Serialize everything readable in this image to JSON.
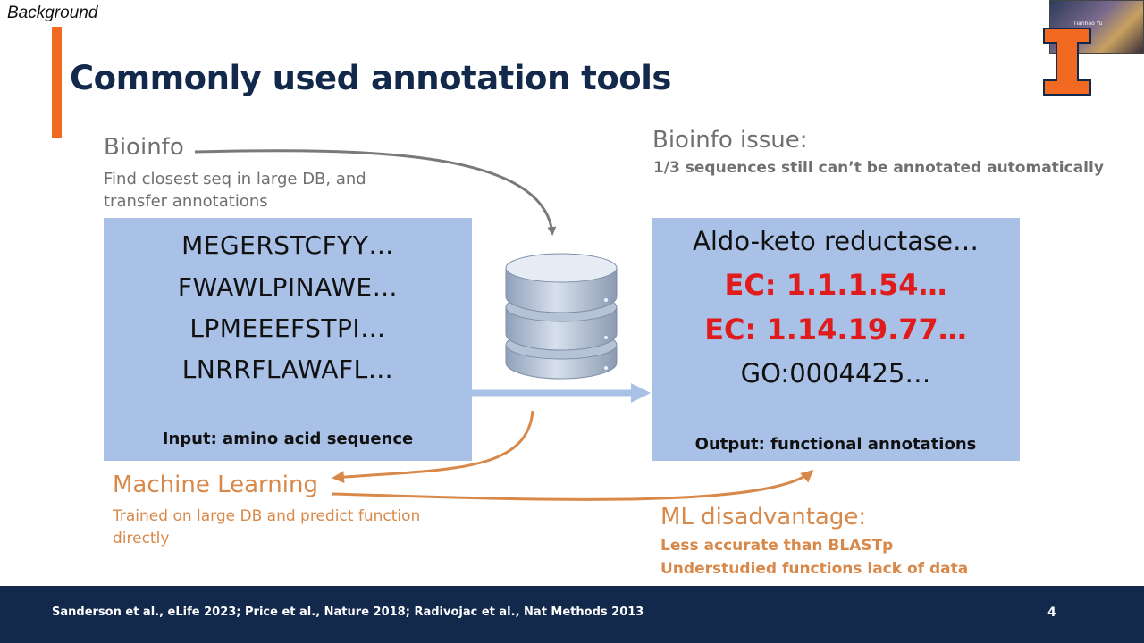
{
  "section_label": "Background",
  "title": "Commonly used annotation tools",
  "bioinfo": {
    "heading": "Bioinfo",
    "description": "Find closest seq in large DB, and transfer annotations"
  },
  "bioinfo_issue": {
    "heading": "Bioinfo issue:",
    "description": "1/3 sequences still can’t be annotated automatically"
  },
  "input_box": {
    "sequences": [
      "MEGERSTCFYY…",
      "FWAWLPINAWE…",
      "LPMEEEFSTPI…",
      "LNRRFLAWAFL…"
    ],
    "caption": "Input: amino acid sequence"
  },
  "output_box": {
    "annotations": [
      {
        "text": "Aldo-keto reductase…",
        "highlight": false
      },
      {
        "text": "EC: 1.1.1.54…",
        "highlight": true
      },
      {
        "text": "EC: 1.14.19.77…",
        "highlight": true
      },
      {
        "text": "GO:0004425…",
        "highlight": false
      }
    ],
    "caption": "Output: functional annotations"
  },
  "machine_learning": {
    "heading": "Machine Learning",
    "description": "Trained on large DB and predict function directly"
  },
  "ml_disadvantage": {
    "heading": "ML disadvantage:",
    "items": [
      "Less accurate than BLASTp",
      "Understudied functions lack of data"
    ]
  },
  "footer": {
    "citation": "Sanderson et al., eLife 2023; Price et al., Nature 2018; Radivojac et al., Nat Methods 2013",
    "page_number": "4"
  },
  "webcam": {
    "name": "Tianhao Yu"
  },
  "colors": {
    "navy": "#13294b",
    "orange_accent": "#f26a21",
    "box_blue": "#a9c1e6",
    "gray_text": "#707070",
    "ml_orange": "#d8894a",
    "highlight_red": "#e01b1b"
  },
  "icons": [
    "database-icon",
    "university-logo",
    "webcam-feed"
  ]
}
